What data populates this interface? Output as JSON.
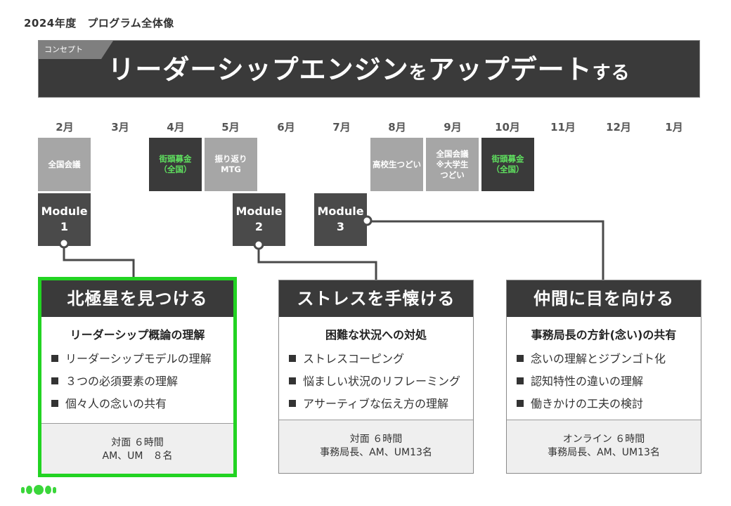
{
  "page_title": "2024年度　プログラム全体像",
  "banner": {
    "tag": "コンセプト",
    "title_part1": "リーダーシップエンジン",
    "title_part2": "を",
    "title_part3": "アップデート",
    "title_part4": "する"
  },
  "months": [
    "2月",
    "3月",
    "4月",
    "5月",
    "6月",
    "7月",
    "8月",
    "9月",
    "10月",
    "11月",
    "12月",
    "1月"
  ],
  "events": [
    {
      "label": "全国会議",
      "style": "light"
    },
    {
      "label": "街頭募金\n（全国）",
      "style": "dark"
    },
    {
      "label": "振り返り\nMTG",
      "style": "light"
    },
    {
      "label": "高校生つどい",
      "style": "light"
    },
    {
      "label": "全国会議\n※大学生\nつどい",
      "style": "light"
    },
    {
      "label": "街頭募金\n（全国）",
      "style": "dark"
    }
  ],
  "modules": [
    {
      "label": "Module\n1"
    },
    {
      "label": "Module\n2"
    },
    {
      "label": "Module\n3"
    }
  ],
  "cards": [
    {
      "title": "北極星を見つける",
      "subtitle": "リーダーシップ概論の理解",
      "items": [
        "リーダーシップモデルの理解",
        "３つの必須要素の理解",
        "個々人の念いの共有"
      ],
      "footer": "対面 ６時間\nAM、UM　８名"
    },
    {
      "title": "ストレスを手懐ける",
      "subtitle": "困難な状況への対処",
      "items": [
        "ストレスコーピング",
        "悩ましい状況のリフレーミング",
        "アサーティブな伝え方の理解"
      ],
      "footer": "対面 ６時間\n事務局長、AM、UM13名"
    },
    {
      "title": "仲間に目を向ける",
      "subtitle": "事務局長の方針(念い)の共有",
      "items": [
        "念いの理解とジブンゴト化",
        "認知特性の違いの理解",
        "働きかけの工夫の検討"
      ],
      "footer": "オンライン ６時間\n事務局長、AM、UM13名"
    }
  ],
  "colors": {
    "dark": "#3a3a3a",
    "module": "#4a4a4a",
    "light_event": "#a6a6a6",
    "accent_green": "#22d322",
    "event_green_text": "#5fe05f"
  },
  "logo_icon": "dots-logo-icon"
}
